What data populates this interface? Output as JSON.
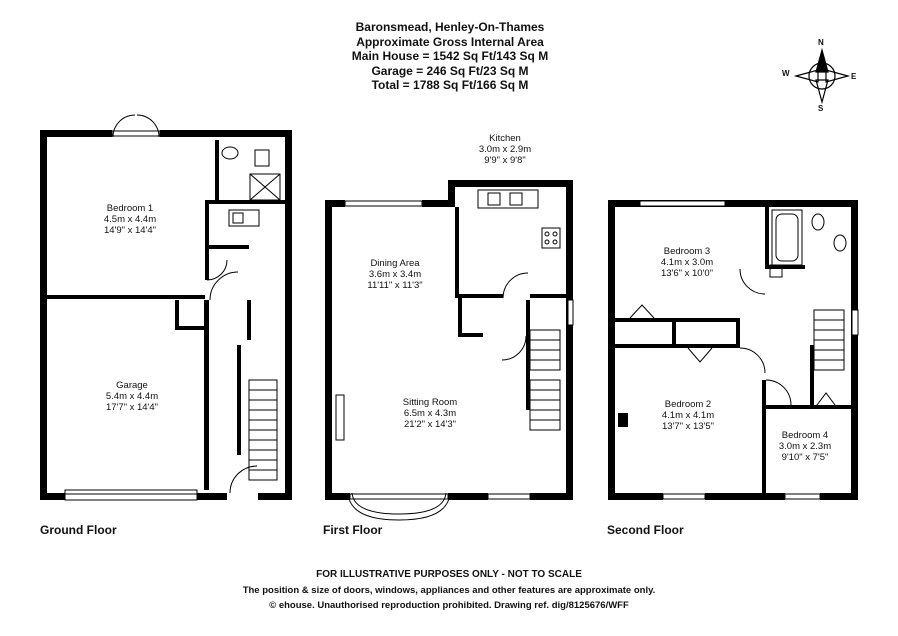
{
  "header": {
    "line1": "Baronsmead, Henley-On-Thames",
    "line2": "Approximate Gross Internal Area",
    "line3": "Main House = 1542 Sq Ft/143 Sq M",
    "line4": "Garage = 246 Sq Ft/23 Sq M",
    "line5": "Total = 1788 Sq Ft/166 Sq M"
  },
  "compass": {
    "n": "N",
    "s": "S",
    "e": "E",
    "w": "W"
  },
  "floors": {
    "ground": "Ground Floor",
    "first": "First Floor",
    "second": "Second Floor"
  },
  "rooms": {
    "bedroom1": {
      "name": "Bedroom 1",
      "metric": "4.5m x 4.4m",
      "imperial": "14'9\" x 14'4\""
    },
    "garage": {
      "name": "Garage",
      "metric": "5.4m x 4.4m",
      "imperial": "17'7\" x 14'4\""
    },
    "kitchen": {
      "name": "Kitchen",
      "metric": "3.0m x 2.9m",
      "imperial": "9'9\" x 9'8\""
    },
    "dining": {
      "name": "Dining Area",
      "metric": "3.6m x 3.4m",
      "imperial": "11'11\" x 11'3\""
    },
    "sitting": {
      "name": "Sitting Room",
      "metric": "6.5m x 4.3m",
      "imperial": "21'2\" x 14'3\""
    },
    "bedroom3": {
      "name": "Bedroom 3",
      "metric": "4.1m x 3.0m",
      "imperial": "13'6\" x 10'0\""
    },
    "bedroom2": {
      "name": "Bedroom 2",
      "metric": "4.1m x 4.1m",
      "imperial": "13'7\" x 13'5\""
    },
    "bedroom4": {
      "name": "Bedroom 4",
      "metric": "3.0m x 2.3m",
      "imperial": "9'10\" x 7'5\""
    }
  },
  "footer": {
    "line1": "FOR ILLUSTRATIVE PURPOSES ONLY - NOT TO SCALE",
    "line2": "The position & size of doors, windows, appliances and other features are approximate only.",
    "line3": "© ehouse. Unauthorised reproduction prohibited. Drawing ref. dig/8125676/WFF"
  }
}
